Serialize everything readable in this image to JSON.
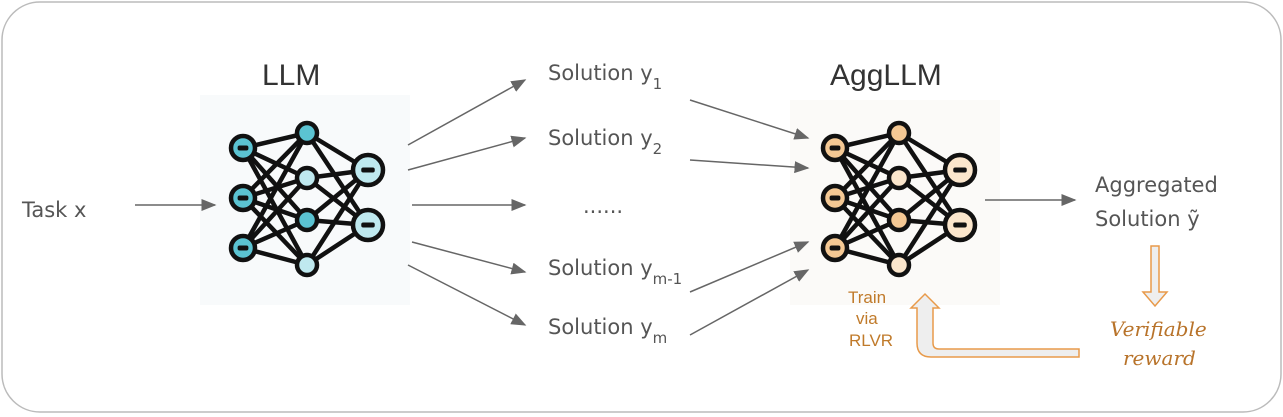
{
  "models": {
    "llm": "LLM",
    "agg": "AggLLM"
  },
  "task": "Task x",
  "solutions": [
    {
      "base": "Solution y",
      "sub": "1"
    },
    {
      "base": "Solution y",
      "sub": "2"
    },
    {
      "base": "......",
      "sub": ""
    },
    {
      "base": "Solution y",
      "sub": "m-1"
    },
    {
      "base": "Solution y",
      "sub": "m"
    }
  ],
  "output": {
    "line1": "Aggregated",
    "line2": "Solution ỹ"
  },
  "train": {
    "line1": "Train",
    "line2": "via",
    "line3": "RLVR"
  },
  "reward": {
    "line1": "Verifiable",
    "line2": "reward"
  },
  "colors": {
    "llm_node": "#5bc3d2",
    "llm_node_light": "#bfe9ef",
    "agg_node": "#f4c894",
    "agg_node_light": "#fbe6cc",
    "accent": "#e89a4a",
    "arrow": "#666666"
  }
}
